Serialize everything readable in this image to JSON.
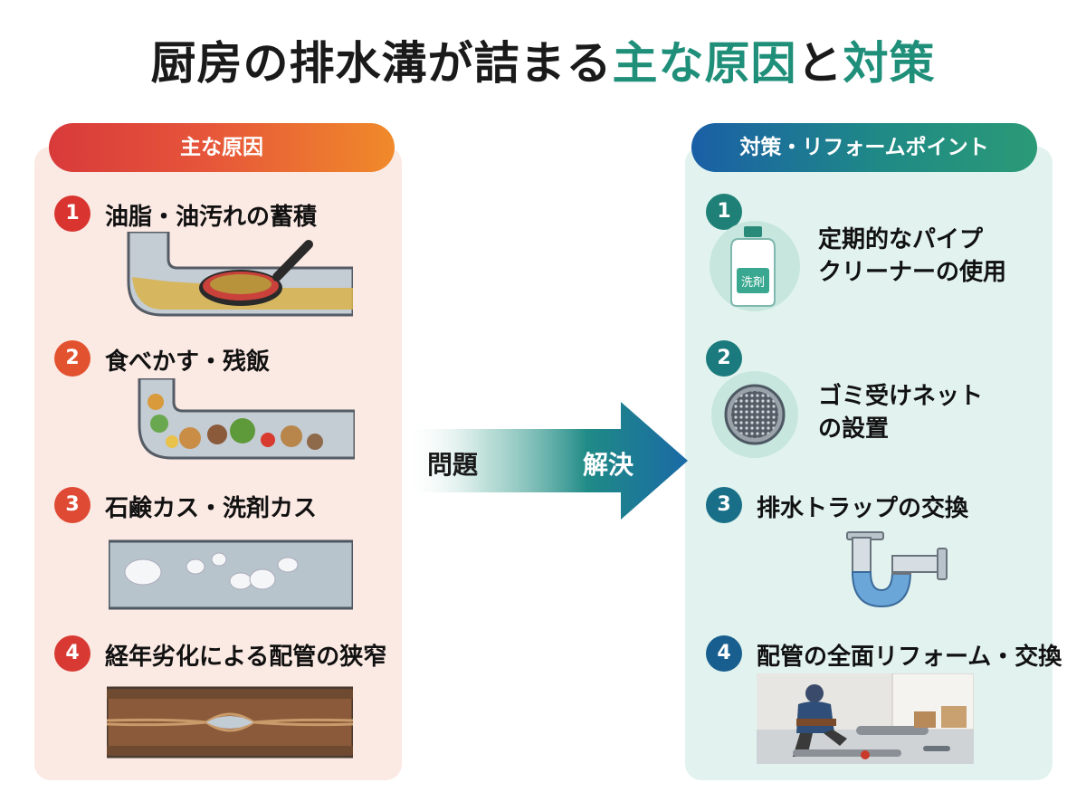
{
  "title": {
    "part1": "厨房の排水溝が詰まる",
    "part2": "主な原因",
    "part3": "と",
    "part4": "対策"
  },
  "causes": {
    "header": "主な原因",
    "items": [
      {
        "num": "1",
        "label": "油脂・油汚れの蓄積"
      },
      {
        "num": "2",
        "label": "食べかす・残飯"
      },
      {
        "num": "3",
        "label": "石鹸カス・洗剤カス"
      },
      {
        "num": "4",
        "label": "経年劣化による配管の狭窄"
      }
    ]
  },
  "arrow": {
    "problem": "問題",
    "solution": "解決"
  },
  "solutions": {
    "header": "対策・リフォームポイント",
    "items": [
      {
        "num": "1",
        "label": "定期的なパイプクリーナーの使用",
        "line1": "定期的なパイプ",
        "line2": "クリーナーの使用",
        "bottle_label": "洗剤"
      },
      {
        "num": "2",
        "label": "ゴミ受けネットの設置",
        "line1": "ゴミ受けネット",
        "line2": "の設置"
      },
      {
        "num": "3",
        "label": "排水トラップの交換"
      },
      {
        "num": "4",
        "label": "配管の全面リフォーム・交換"
      }
    ]
  },
  "colors": {
    "accent_teal": "#1f8f7a",
    "cause_red": "#d9342f",
    "cause_orange": "#f08a2a",
    "solution_blue": "#1a5fa6",
    "solution_green": "#2b9a76"
  }
}
